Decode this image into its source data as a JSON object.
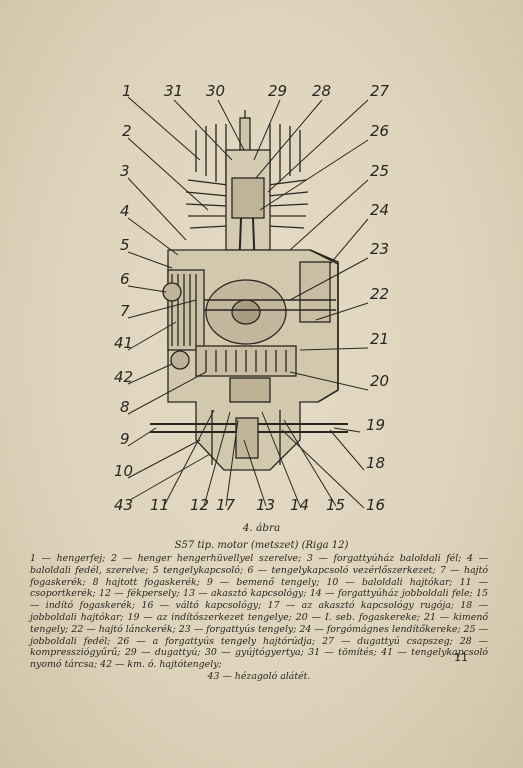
{
  "figure": {
    "title": "4. ábra",
    "subtitle": "S57 tip. motor (metszet) (Riga 12)",
    "labels_left": [
      "1",
      "2",
      "3",
      "4",
      "5",
      "6",
      "7",
      "41",
      "42",
      "8",
      "9",
      "10",
      "43"
    ],
    "labels_top": [
      "31",
      "30",
      "29",
      "28",
      "27"
    ],
    "labels_right": [
      "26",
      "25",
      "24",
      "23",
      "22",
      "21",
      "20",
      "19",
      "18",
      "16"
    ],
    "labels_bottom": [
      "11",
      "12",
      "17",
      "13",
      "14",
      "15"
    ]
  },
  "legend": {
    "text": "1 — hengerfej; 2 — henger hengerhüvellyel szerelve; 3 — forgattyúház baloldali fél; 4 — baloldali fedél, szerelve; 5 tengelykapcsoló; 6 — tengelykapcsoló vezérlőszerkezet; 7 — hajtó fogaskerék; 8 hajtott fogaskerék; 9 — bemenő tengely; 10 — baloldali hajtókar; 11 — csoportkerék; 12 — fékpersely; 13 — akasztó kapcsológy; 14 — forgattyúház jobboldali fele; 15 — indító fogaskerék; 16 — váltó kapcsológy; 17 — az akasztó kapcsológy rugója; 18 — jobboldali hajtókar; 19 — az indítószerkezet tengelye; 20 — I. seb. fogaskereke; 21 — kimenő tengely; 22 — hajtó lánckerék; 23 — forgattyús tengely; 24 — forgómágnes lendítőkereke; 25 — jobboldali fedél; 26 — a forgattyús tengely hajtórúdja; 27 — dugattyú csapszeg; 28 — kompressziógyűrű; 29 — dugattyú; 30 — gyújtógyertya; 31 — tömítés; 41 — tengelykapcsoló nyomó tárcsa; 42 — km. ó. hajtótengely;",
    "last_line": "43 — hézagoló alátét."
  },
  "page_number": "11"
}
